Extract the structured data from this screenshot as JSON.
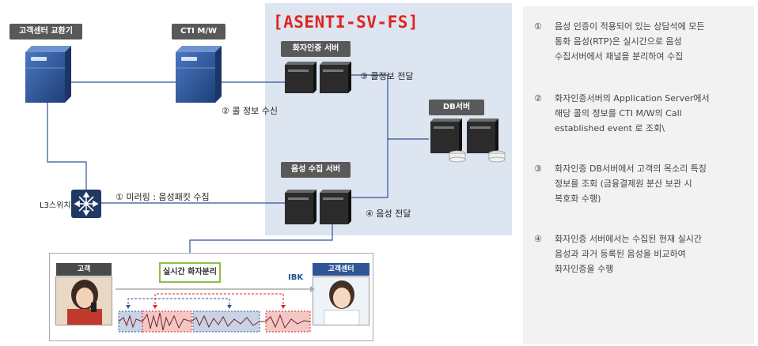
{
  "zone_title": "[ASENTI-SV-FS]",
  "nodes": {
    "pbx": "고객센터 교환기",
    "cti": "CTI M/W",
    "speaker_server": "화자인증 서버",
    "db_server": "DB서버",
    "rec_server": "음성 수집 서버",
    "l3_switch": "L3스위치"
  },
  "flows": {
    "call_info_receive": "② 콜 정보 수신",
    "call_info_forward": "③ 콜정보 전달",
    "mirroring": "① 미러링 : 음성패킷 수집",
    "voice_forward": "④ 음성 전달"
  },
  "bottom_panel": {
    "customer_tag": "고객",
    "center_tag": "고객센터",
    "split_label": "실시간 화자분리",
    "bank_logo": "IBK"
  },
  "notes": [
    {
      "num": "①",
      "lines": [
        "음성 인증이 적용되어 있는 상담석에 모든",
        "통화 음성(RTP)은 실시간으로 음성",
        "수집서버에서 채널을 분리하여 수집"
      ]
    },
    {
      "num": "②",
      "lines": [
        "화자인증서버의 Application Server에서",
        "해당 콜의 정보를 CTI M/W의 Call",
        "established event 로 조회\\"
      ]
    },
    {
      "num": "③",
      "lines": [
        "화자인증 DB서버에서 고객의 목소리 특징",
        "정보를 조회 (금융결제원 분산 보관 시",
        "복호화 수행)"
      ]
    },
    {
      "num": "④",
      "lines": [
        "화자인증 서버에서는 수집된 현재 실시간",
        "음성과 과거 등록된 음성을 비교하여",
        "화자인증을 수행"
      ]
    }
  ],
  "colors": {
    "zone_bg": "#dde5f1",
    "zone_title": "#e0231f",
    "server_blue": "#2f5597",
    "label_dark": "#595959",
    "split_border": "#8cbf4b",
    "customer_seg": "#f4c7c7",
    "agent_seg": "#c9d3e6"
  }
}
